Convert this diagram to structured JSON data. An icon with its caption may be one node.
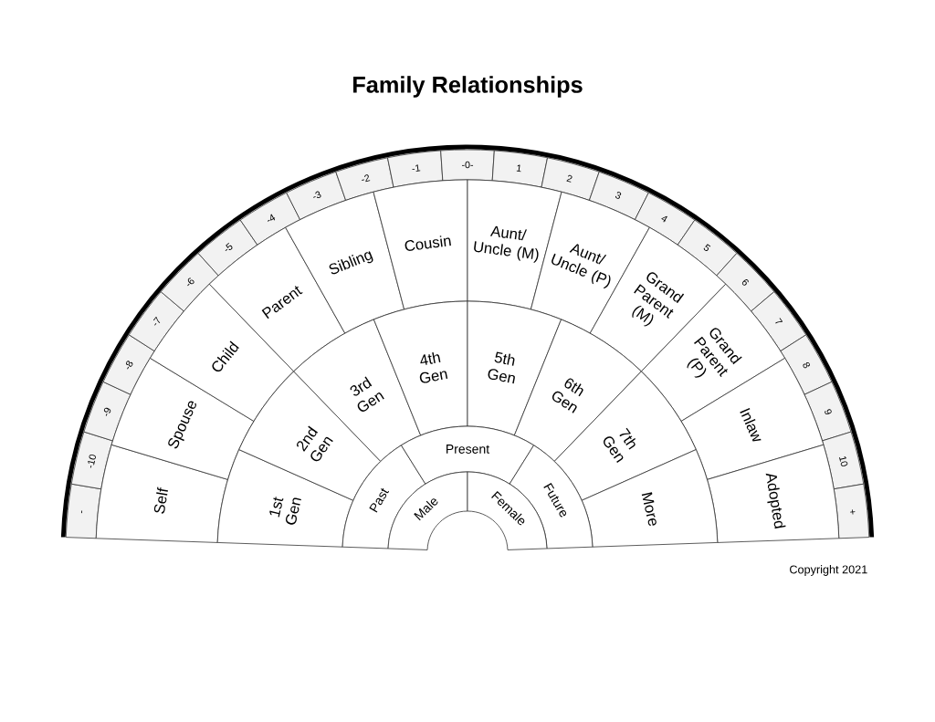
{
  "diagram": {
    "title": "Family Relationships",
    "nodes": [
      {
        "text": [
          "-"
        ]
      },
      {
        "text": [
          "-10"
        ]
      },
      {
        "text": [
          "-9"
        ]
      },
      {
        "text": [
          "-8"
        ]
      },
      {
        "text": [
          "-7"
        ]
      },
      {
        "text": [
          "-6"
        ]
      },
      {
        "text": [
          "-5"
        ]
      },
      {
        "text": [
          "-4"
        ]
      },
      {
        "text": [
          "-3"
        ]
      },
      {
        "text": [
          "-2"
        ]
      },
      {
        "text": [
          "-1"
        ]
      },
      {
        "text": [
          "-0-"
        ]
      },
      {
        "text": [
          "1"
        ]
      },
      {
        "text": [
          "2"
        ]
      },
      {
        "text": [
          "3"
        ]
      },
      {
        "text": [
          "4"
        ]
      },
      {
        "text": [
          "5"
        ]
      },
      {
        "text": [
          "6"
        ]
      },
      {
        "text": [
          "7"
        ]
      },
      {
        "text": [
          "8"
        ]
      },
      {
        "text": [
          "9"
        ]
      },
      {
        "text": [
          "10"
        ]
      },
      {
        "text": [
          "+"
        ]
      },
      {
        "text": [
          "Self"
        ]
      },
      {
        "text": [
          "Spouse"
        ]
      },
      {
        "text": [
          "Child"
        ]
      },
      {
        "text": [
          "Parent"
        ]
      },
      {
        "text": [
          "Sibling"
        ]
      },
      {
        "text": [
          "Cousin"
        ]
      },
      {
        "text": [
          "Aunt/ Uncle (M)"
        ]
      },
      {
        "text": [
          "Aunt/ Uncle (P)"
        ]
      },
      {
        "text": [
          "Grand Parent (M)"
        ]
      },
      {
        "text": [
          "Grand Parent (P)"
        ]
      },
      {
        "text": [
          "Inlaw"
        ]
      },
      {
        "text": [
          "Adopted"
        ]
      },
      {
        "text": [
          "1st Gen"
        ]
      },
      {
        "text": [
          "2nd Gen"
        ]
      },
      {
        "text": [
          "3rd Gen"
        ]
      },
      {
        "text": [
          "4th Gen"
        ]
      },
      {
        "text": [
          "5th Gen"
        ]
      },
      {
        "text": [
          "6th Gen"
        ]
      },
      {
        "text": [
          "7th Gen"
        ]
      },
      {
        "text": [
          "More"
        ]
      },
      {
        "text": [
          "Past"
        ]
      },
      {
        "text": [
          "Present"
        ]
      },
      {
        "text": [
          "Future"
        ]
      },
      {
        "text": [
          "Male"
        ]
      },
      {
        "text": [
          "Female"
        ]
      }
    ],
    "labels": [
      "Copyright 2021"
    ]
  }
}
